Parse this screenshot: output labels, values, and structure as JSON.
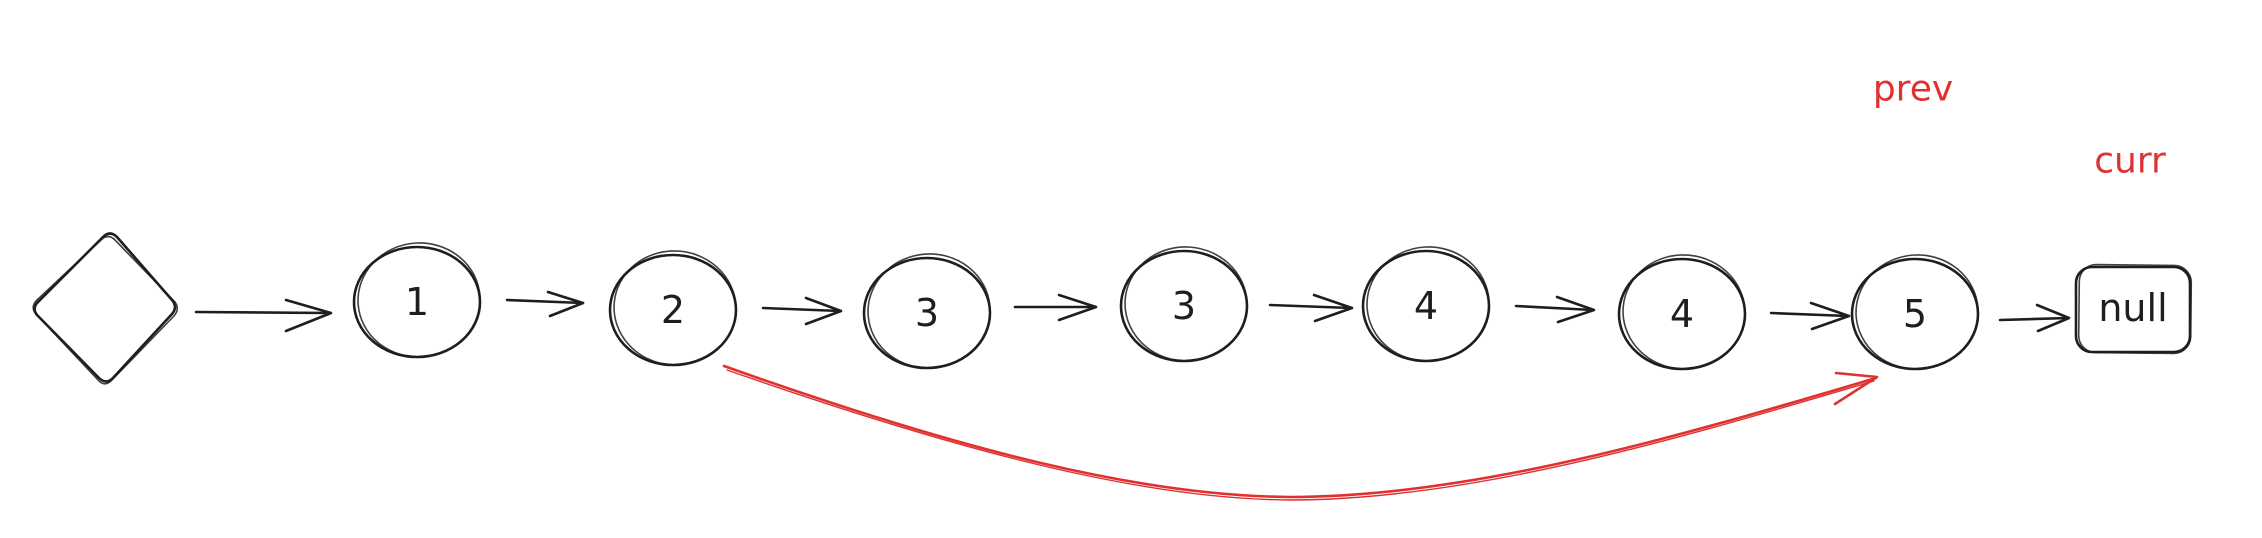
{
  "nodes": [
    {
      "id": "dummy",
      "shape": "diamond",
      "label": ""
    },
    {
      "id": "n1",
      "shape": "circle",
      "label": "1"
    },
    {
      "id": "n2",
      "shape": "circle",
      "label": "2"
    },
    {
      "id": "n3a",
      "shape": "circle",
      "label": "3"
    },
    {
      "id": "n3b",
      "shape": "circle",
      "label": "3"
    },
    {
      "id": "n4a",
      "shape": "circle",
      "label": "4"
    },
    {
      "id": "n4b",
      "shape": "circle",
      "label": "4"
    },
    {
      "id": "n5",
      "shape": "circle",
      "label": "5"
    },
    {
      "id": "null",
      "shape": "rounded-rect",
      "label": "null"
    }
  ],
  "edges": [
    {
      "from": "dummy",
      "to": "n1"
    },
    {
      "from": "n1",
      "to": "n2"
    },
    {
      "from": "n2",
      "to": "n3a"
    },
    {
      "from": "n3a",
      "to": "n3b"
    },
    {
      "from": "n3b",
      "to": "n4a"
    },
    {
      "from": "n4a",
      "to": "n4b"
    },
    {
      "from": "n4b",
      "to": "n5"
    },
    {
      "from": "n5",
      "to": "null"
    }
  ],
  "skip_edge": {
    "from": "n2",
    "to": "n5",
    "color": "#e03131"
  },
  "pointers": {
    "prev": {
      "label": "prev",
      "color": "#e03131"
    },
    "curr": {
      "label": "curr",
      "color": "#e03131"
    }
  },
  "colors": {
    "stroke": "#1e1e1e",
    "accent": "#e03131",
    "background": "#ffffff"
  }
}
